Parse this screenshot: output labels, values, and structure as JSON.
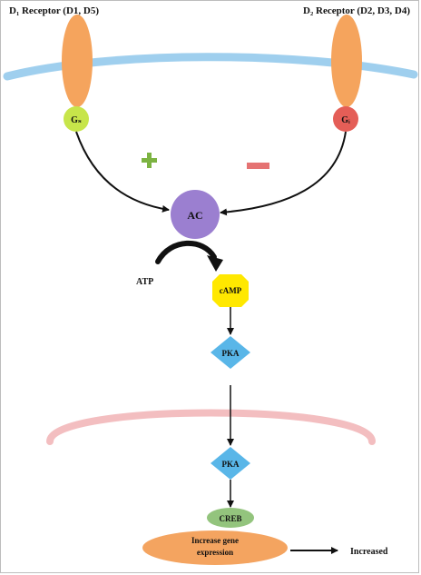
{
  "receptors": {
    "d1": {
      "label": "D₁ Receptor (D1, D5)",
      "g_protein": "Gₛ"
    },
    "d2": {
      "label": "D₂ Receptor (D2, D3, D4)",
      "g_protein": "Gᵢ"
    }
  },
  "signs": {
    "stimulate": "+",
    "inhibit": "−"
  },
  "nodes": {
    "ac": "AC",
    "atp": "ATP",
    "camp": "cAMP",
    "pka_top": "PKA",
    "pka_bottom": "PKA",
    "creb": "CREB",
    "gene_expression": [
      "Increase gene",
      "expression"
    ],
    "increased": "Increased"
  },
  "colors": {
    "membrane": "#8ec7eb",
    "nucleus": "#f2b7b9",
    "receptor": "#f5a45d",
    "gs": "#c7e54a",
    "gi": "#e45e57",
    "plus": "#7cb342",
    "minus": "#e57373",
    "ac": "#9b7fd0",
    "camp": "#ffe800",
    "pka": "#59b6e8",
    "creb": "#93c47d",
    "gene": "#f4a460"
  }
}
